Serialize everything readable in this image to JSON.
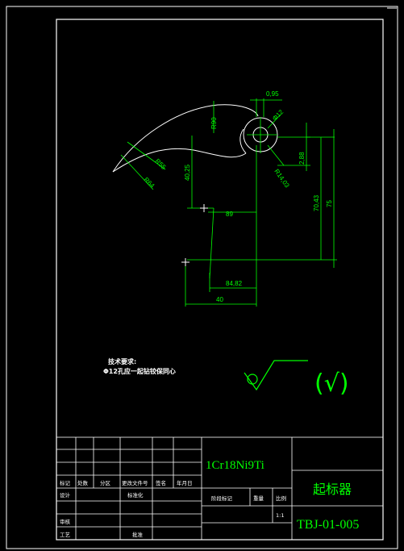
{
  "drawing": {
    "dimensions": {
      "d_0_95": "0,95",
      "d_phi12": "Φ12",
      "d_r90": "R90",
      "d_r55": "R55",
      "d_r64": "R64",
      "d_40_25": "40,25",
      "d_r14_03": "R14,03",
      "d_2_88": "2,88",
      "d_70_43": "70,43",
      "d_75": "75",
      "d_89": "89",
      "d_84_82": "84,82",
      "d_40": "40"
    },
    "tech_notes": {
      "title": "技术要求:",
      "line1": "Φ12孔应一起钻铰保同心"
    },
    "roughness_symbol": "(√)"
  },
  "title_block": {
    "material": "1Cr18Ni9Ti",
    "part_name": "起标器",
    "drawing_number": "TBJ-01-005",
    "scale": "1:1",
    "labels": {
      "mark": "标记",
      "count": "处数",
      "zone": "分区",
      "change_doc": "更改文件号",
      "signature": "签名",
      "date": "年月日",
      "design": "设计",
      "standardize": "标准化",
      "stage_mark": "阶段标记",
      "weight": "重量",
      "scale_label": "比例",
      "review": "审核",
      "process": "工艺",
      "approve": "批准"
    }
  },
  "colors": {
    "outline": "#ffffff",
    "dimension": "#00ff00",
    "titleblock_text": "#00ff00",
    "background": "#000000"
  }
}
